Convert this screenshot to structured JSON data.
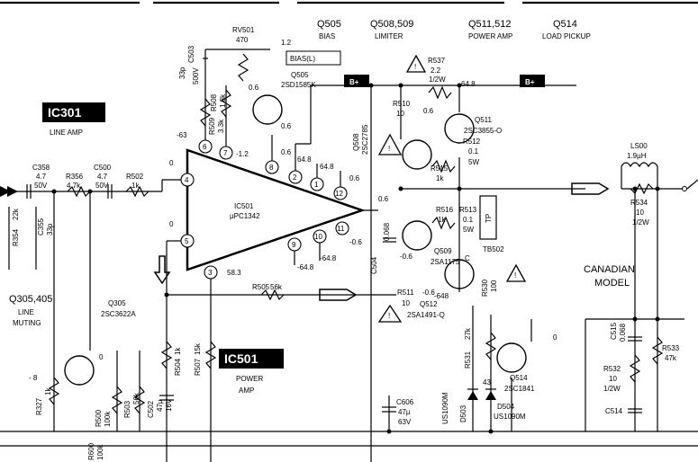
{
  "headers": {
    "q505": "Q505",
    "q505_sub": "BIAS",
    "q508": "Q508,509",
    "q508_sub": "LIMITER",
    "q511": "Q511,512",
    "q511_sub": "POWER AMP",
    "q514": "Q514",
    "q514_sub": "LOAD PICKUP"
  },
  "blocks": {
    "ic301_label": "IC301",
    "ic301_sub": "LINE AMP",
    "ic501_label": "IC501",
    "ic501_sub1": "POWER",
    "ic501_sub2": "AMP",
    "ic501_inner1": "IC501",
    "ic501_inner2": "µPC1342",
    "canadian1": "CANADIAN",
    "canadian2": "MODEL",
    "bplus": "B+",
    "bias_box": "BIAS(L)",
    "muting1": "Q305,405",
    "muting2": "LINE",
    "muting3": "MUTING",
    "q305a": "Q305",
    "q305b": "2SC3622A"
  },
  "pins": [
    "6",
    "7",
    "8",
    "2",
    "1",
    "12",
    "4",
    "5",
    "3",
    "9",
    "10",
    "11"
  ],
  "volts": {
    "v_63": "-63",
    "v_12a": "-1.2",
    "v12": "1.2",
    "v06a": "0.6",
    "v06b": "0.6",
    "v06c": "0.6",
    "v648a": "64.8",
    "v648b": "64.8",
    "v648c": "64.8",
    "v06d": "0.6",
    "v0a": "0",
    "v0b": "0",
    "v583": "58.3",
    "vm648a": "-64.8",
    "vm648b": "-64.8",
    "vm06": "-0.6",
    "v06e": "0.6",
    "vq511": "0.6",
    "vm8": "- 8",
    "v0c": "0",
    "vm648c": "-648",
    "vm06b": "-0.6",
    "vc": "C",
    "v0d": "0",
    "v43": "43",
    "v06f": "-0.6"
  },
  "parts": {
    "rv501": "RV501",
    "rv501v": "470",
    "c503": "C503",
    "c503v1": "33p",
    "c503v2": "500V",
    "r508": "R508",
    "r508v": "1.8k",
    "r509": "R509",
    "r509v": "3.3k",
    "q505": "Q505",
    "q505t": "2SD1585K",
    "r537": "R537",
    "r537v1": "2.2",
    "r537v2": "1/2W",
    "r510": "R510",
    "r510v": "10",
    "q511": "Q511",
    "q511t": "2SC3855-O",
    "r512": "R512",
    "r512v1": "0.1",
    "r512v2": "5W",
    "r515": "R515",
    "r515v": "1k",
    "r516": "R516",
    "r516v": "1k",
    "r513": "R513",
    "r513v1": "0.1",
    "r513v2": "5W",
    "tp": "TP",
    "tb502": "TB502",
    "q508": "Q508",
    "q508t": "2SC2785",
    "c504": "C504",
    "c504v": "0.068",
    "q509": "Q509",
    "q509t": "2SA1175",
    "r511": "R511",
    "r511v": "10",
    "q512": "Q512",
    "q512t": "2SA1491-Q",
    "r530": "R530",
    "r530v": "100",
    "r531": "R531",
    "r531v": "27k",
    "q514": "Q514",
    "q514t": "2SC1841",
    "d503": "D503",
    "d503t": "US1090M",
    "d504": "D504",
    "d504t": "US1090M",
    "c606": "C606",
    "c606v1": "47µ",
    "c606v2": "63V",
    "ls00": "LS00",
    "ls00v": "1.9µH",
    "r534": "R534",
    "r534v1": "10",
    "r534v2": "1/2W",
    "c515": "C515",
    "c515v": "0.068",
    "r533": "R533",
    "r533v": "47k",
    "r532": "R532",
    "r532v1": "10",
    "r532v2": "1/2W",
    "c514": "C514",
    "c358": "C358",
    "c358v1": "4.7",
    "c358v2": "50V",
    "r356": "R356",
    "r356v": "4.7k",
    "c500": "C500",
    "c500v1": "4.7",
    "c500v2": "50V",
    "r502": "R502",
    "r502v": "1k",
    "r354": "R354",
    "r354v": "22k",
    "c355": "C355",
    "c355v": "33p",
    "r505": "R505",
    "r505v": "56k",
    "r504": "R504",
    "r504v": "1k",
    "r507": "R507",
    "r507v": "15k",
    "c502": "C502",
    "c502v1": "47µ",
    "c502v2": "16V",
    "r327": "R327",
    "r327v": "1k",
    "r500": "R500",
    "r500v": "100k",
    "r503": "R503",
    "r503v": "56k",
    "r600": "R600",
    "r600v": "100k"
  }
}
